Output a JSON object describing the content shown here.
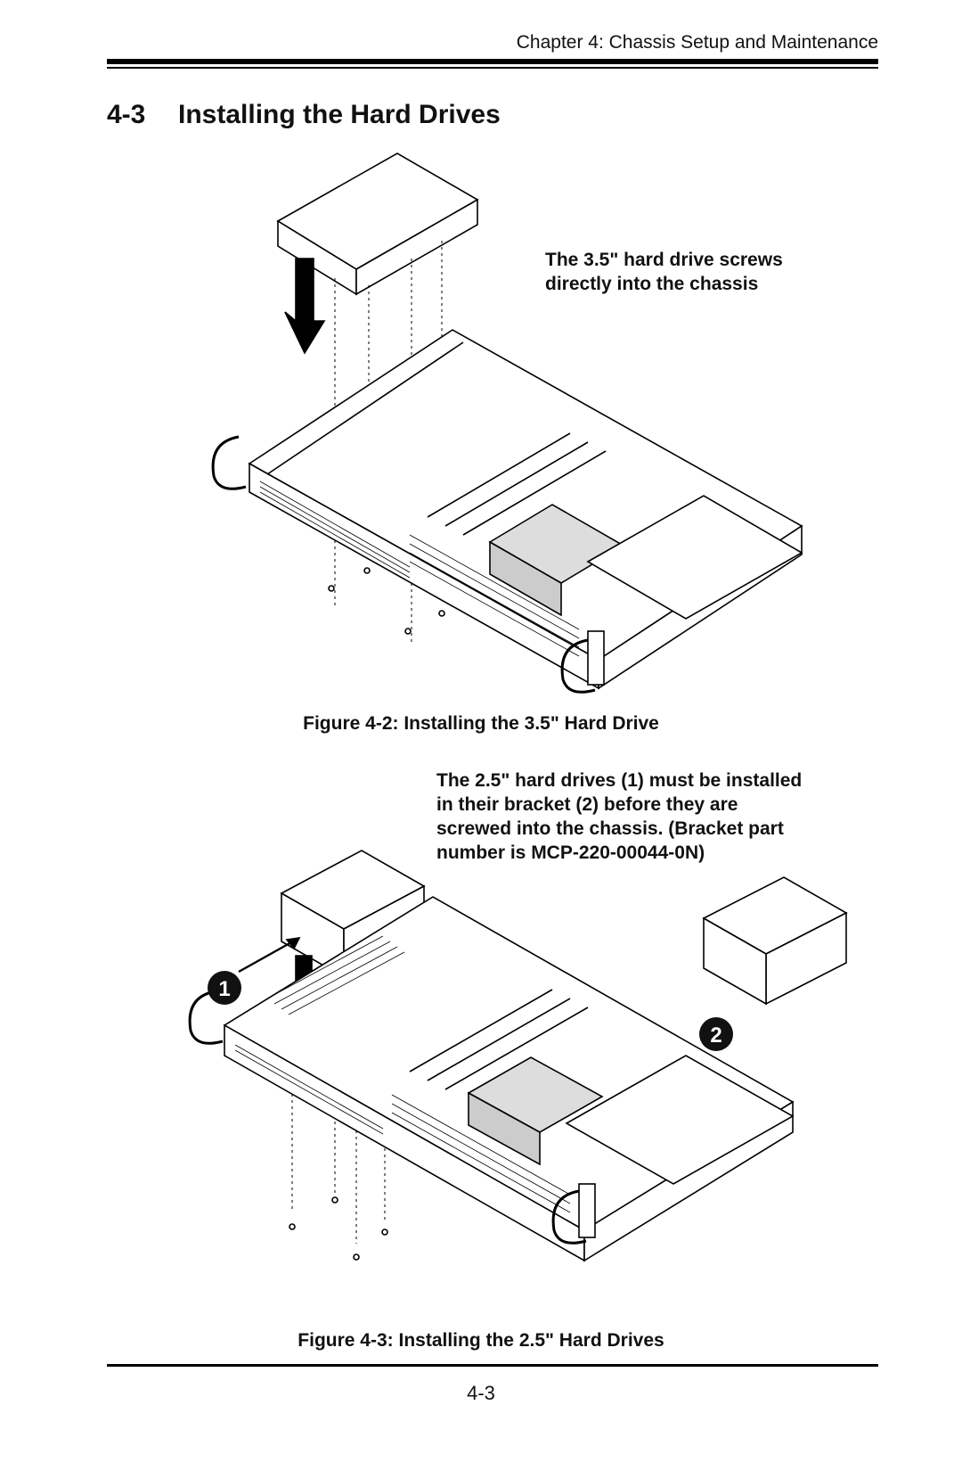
{
  "header": {
    "chapter": "Chapter 4: Chassis Setup and Maintenance"
  },
  "section": {
    "number": "4-3",
    "title": "Installing the Hard Drives"
  },
  "figure1": {
    "callout": [
      "The 3.5\" hard drive screws",
      "directly into the chassis"
    ],
    "caption": "Figure 4-2: Installing the 3.5\" Hard Drive"
  },
  "figure2": {
    "callout": [
      "The 2.5\" hard drives (1) must be installed",
      "in their bracket (2) before they are",
      "screwed into the chassis. (Bracket part",
      "number is MCP-220-00044-0N)"
    ],
    "marker1": "1",
    "marker2": "2",
    "caption": "Figure 4-3: Installing the 2.5\" Hard Drives"
  },
  "footer": {
    "page": "4-3"
  }
}
